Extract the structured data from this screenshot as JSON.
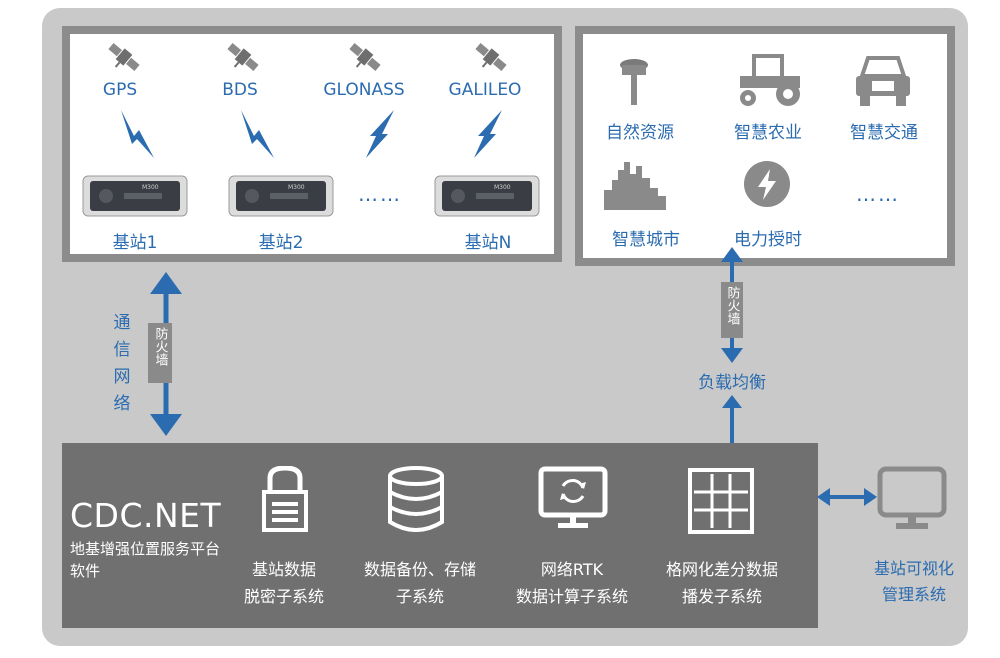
{
  "colors": {
    "accent": "#2b6cb0",
    "panel_border": "#8c8c8c",
    "frame": "#c9c9c9",
    "platform": "#707070"
  },
  "satellites": [
    {
      "label": "GPS"
    },
    {
      "label": "BDS"
    },
    {
      "label": "GLONASS"
    },
    {
      "label": "GALILEO"
    }
  ],
  "stations": [
    {
      "label": "基站1",
      "model": "M300"
    },
    {
      "label": "基站2",
      "model": "M300"
    },
    {
      "label": "基站N",
      "model": "M300"
    }
  ],
  "station_ellipsis": "……",
  "applications": [
    {
      "label": "自然资源",
      "icon": "gnss-receiver-icon"
    },
    {
      "label": "智慧农业",
      "icon": "tractor-icon"
    },
    {
      "label": "智慧交通",
      "icon": "car-icon"
    },
    {
      "label": "智慧城市",
      "icon": "city-skyline-icon"
    },
    {
      "label": "电力授时",
      "icon": "lightning-icon"
    }
  ],
  "app_ellipsis": "……",
  "comm_network": "通信网络",
  "firewall_label": "防火墙",
  "load_balance": "负载均衡",
  "platform": {
    "title": "CDC.NET",
    "subtitle": "地基增强位置服务平台软件",
    "subsystems": [
      {
        "line1": "基站数据",
        "line2": "脱密子系统",
        "icon": "lock-icon"
      },
      {
        "line1": "数据备份、存储",
        "line2": "子系统",
        "icon": "database-icon"
      },
      {
        "line1": "网络RTK",
        "line2": "数据计算子系统",
        "icon": "monitor-refresh-icon"
      },
      {
        "line1": "格网化差分数据",
        "line2": "播发子系统",
        "icon": "grid-icon"
      }
    ]
  },
  "management": {
    "line1": "基站可视化",
    "line2": "管理系统",
    "icon": "monitor-icon"
  }
}
